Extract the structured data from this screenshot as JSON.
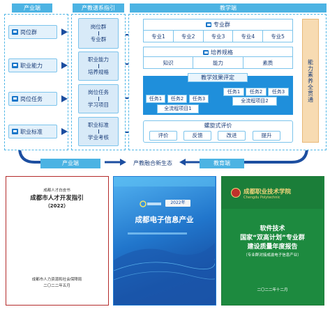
{
  "diagram": {
    "industry_side": {
      "title": "产业端",
      "items": [
        "岗位群",
        "职业能力",
        "岗位任务",
        "职业标准"
      ]
    },
    "standards": {
      "title": "产教谱系指引",
      "items": [
        [
          "岗位群",
          "专业群"
        ],
        [
          "职业能力",
          "培养规格"
        ],
        [
          "岗位任务",
          "学习项目"
        ],
        [
          "职业标准",
          "学业考核"
        ]
      ]
    },
    "teaching": {
      "title": "教学端",
      "professional_group": {
        "title": "专业群",
        "majors": [
          "专业1",
          "专业2",
          "专业3",
          "专业4",
          "专业5"
        ]
      },
      "training_spec": {
        "title": "培养规格",
        "items": [
          "知识",
          "能力",
          "素质"
        ]
      },
      "evaluation": {
        "title": "教学效果评定",
        "tasks_left": [
          "任务1",
          "任务2",
          "任务3"
        ],
        "project_left": "全流程项目1",
        "tasks_right": [
          "任务1",
          "任务2",
          "任务3"
        ],
        "project_right": "全流程项目2"
      },
      "spiral": {
        "title": "螺旋式评价",
        "steps": [
          "评价",
          "反馈",
          "改进",
          "提升"
        ]
      },
      "side_label": "能力素养全贯通"
    },
    "bottom": {
      "left": "产业端",
      "center": "产教融合新生态",
      "right": "教育端"
    }
  },
  "books": {
    "red": {
      "series": "成都人才白皮书",
      "title": "成都市人才开发指引",
      "year": "（2022）",
      "publisher": "成都市人力资源和社会保障局",
      "date": "二〇二二年五月"
    },
    "blue": {
      "year": "2022年",
      "title": "成都电子信息产业"
    },
    "green": {
      "school": "成都职业技术学院",
      "school_en": "Chengdu Polytechnic",
      "title_1": "软件技术",
      "title_2": "国家“双高计划”专业群",
      "title_3": "建设质量年度报告",
      "subtitle": "（专业群对接成渝电子信息产业）",
      "date": "二〇二二年十二月"
    }
  },
  "colors": {
    "accent_blue": "#4cb3e3",
    "dark_blue": "#1c4ea0",
    "panel_blue": "#1f8fdb",
    "side_orange": "#f7dbb2"
  }
}
